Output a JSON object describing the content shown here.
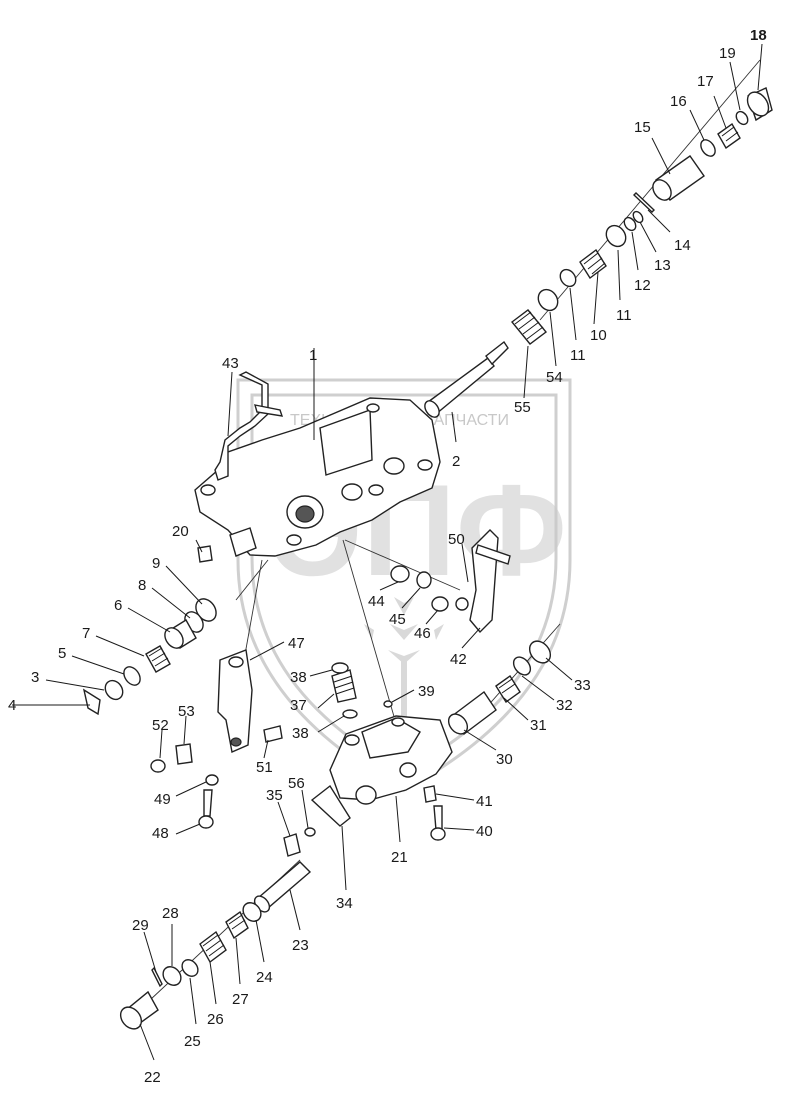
{
  "watermark": {
    "text_left": "ТЕХНИКА",
    "text_right": "ЗАПЧАСТИ",
    "logo": "ЭПФ"
  },
  "callouts": [
    {
      "id": "c1",
      "text": "1"
    },
    {
      "id": "c2",
      "text": "2"
    },
    {
      "id": "c3",
      "text": "3"
    },
    {
      "id": "c4",
      "text": "4"
    },
    {
      "id": "c5",
      "text": "5"
    },
    {
      "id": "c6",
      "text": "6"
    },
    {
      "id": "c7",
      "text": "7"
    },
    {
      "id": "c8",
      "text": "8"
    },
    {
      "id": "c9",
      "text": "9"
    },
    {
      "id": "c10",
      "text": "10"
    },
    {
      "id": "c11a",
      "text": "11"
    },
    {
      "id": "c11b",
      "text": "11"
    },
    {
      "id": "c12",
      "text": "12"
    },
    {
      "id": "c13",
      "text": "13"
    },
    {
      "id": "c14",
      "text": "14"
    },
    {
      "id": "c15",
      "text": "15"
    },
    {
      "id": "c16",
      "text": "16"
    },
    {
      "id": "c17",
      "text": "17"
    },
    {
      "id": "c18",
      "text": "18"
    },
    {
      "id": "c19",
      "text": "19"
    },
    {
      "id": "c20",
      "text": "20"
    },
    {
      "id": "c21",
      "text": "21"
    },
    {
      "id": "c22",
      "text": "22"
    },
    {
      "id": "c23",
      "text": "23"
    },
    {
      "id": "c24",
      "text": "24"
    },
    {
      "id": "c25",
      "text": "25"
    },
    {
      "id": "c26",
      "text": "26"
    },
    {
      "id": "c27",
      "text": "27"
    },
    {
      "id": "c28",
      "text": "28"
    },
    {
      "id": "c29",
      "text": "29"
    },
    {
      "id": "c30",
      "text": "30"
    },
    {
      "id": "c31",
      "text": "31"
    },
    {
      "id": "c32",
      "text": "32"
    },
    {
      "id": "c33",
      "text": "33"
    },
    {
      "id": "c34",
      "text": "34"
    },
    {
      "id": "c35",
      "text": "35"
    },
    {
      "id": "c37",
      "text": "37"
    },
    {
      "id": "c38a",
      "text": "38"
    },
    {
      "id": "c38b",
      "text": "38"
    },
    {
      "id": "c39",
      "text": "39"
    },
    {
      "id": "c40",
      "text": "40"
    },
    {
      "id": "c41",
      "text": "41"
    },
    {
      "id": "c42",
      "text": "42"
    },
    {
      "id": "c43",
      "text": "43"
    },
    {
      "id": "c44",
      "text": "44"
    },
    {
      "id": "c45",
      "text": "45"
    },
    {
      "id": "c46",
      "text": "46"
    },
    {
      "id": "c47",
      "text": "47"
    },
    {
      "id": "c48",
      "text": "48"
    },
    {
      "id": "c49",
      "text": "49"
    },
    {
      "id": "c50",
      "text": "50"
    },
    {
      "id": "c51",
      "text": "51"
    },
    {
      "id": "c52",
      "text": "52"
    },
    {
      "id": "c53",
      "text": "53"
    },
    {
      "id": "c54",
      "text": "54"
    },
    {
      "id": "c55",
      "text": "55"
    },
    {
      "id": "c56",
      "text": "56"
    }
  ]
}
